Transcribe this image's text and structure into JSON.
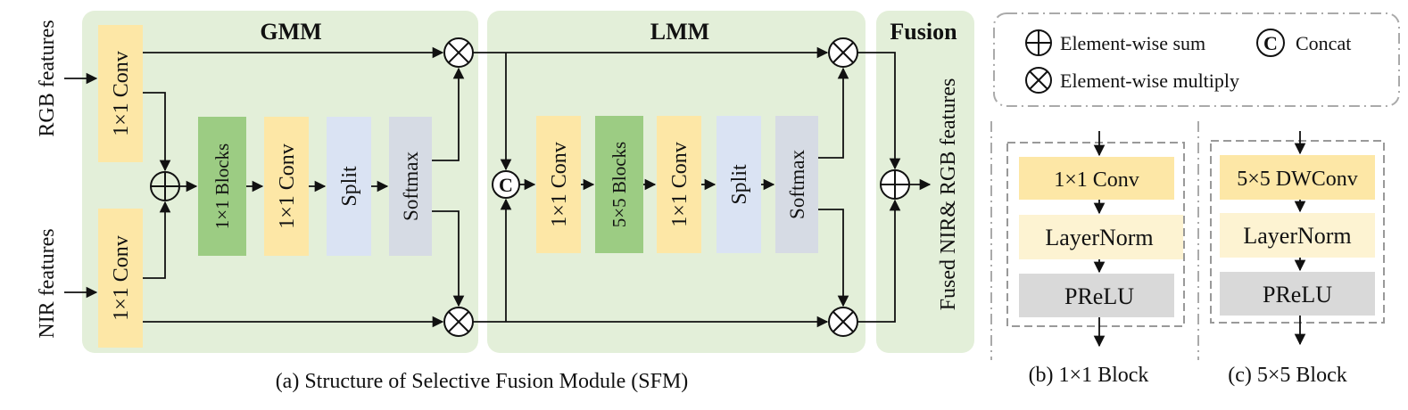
{
  "inputs": {
    "rgb": "RGB features",
    "nir": "NIR features"
  },
  "output": "Fused NIR& RGB features",
  "sections": {
    "gmm": "GMM",
    "lmm": "LMM",
    "fusion": "Fusion"
  },
  "gmm_blocks": {
    "conv_top": "1×1 Conv",
    "conv_bottom": "1×1 Conv",
    "blocks": "1×1 Blocks",
    "conv": "1×1 Conv",
    "split": "Split",
    "softmax": "Softmax"
  },
  "lmm_blocks": {
    "conv1": "1×1 Conv",
    "blocks": "5×5 Blocks",
    "conv2": "1×1 Conv",
    "split": "Split",
    "softmax": "Softmax"
  },
  "legend": {
    "sum": "Element-wise sum",
    "concat": "Concat",
    "multiply": "Element-wise multiply"
  },
  "block_1x1": {
    "conv": "1×1 Conv",
    "norm": "LayerNorm",
    "act": "PReLU"
  },
  "block_5x5": {
    "conv": "5×5 DWConv",
    "norm": "LayerNorm",
    "act": "PReLU"
  },
  "captions": {
    "a": "(a) Structure of Selective Fusion Module (SFM)",
    "b": "(b) 1×1 Block",
    "c": "(c) 5×5 Block"
  },
  "colors": {
    "section_bg": "#e3efd9",
    "conv": "#fde7a6",
    "blocks": "#9ccc83",
    "split": "#dae3f3",
    "softmax": "#d6dbe4",
    "layernorm": "#fdf3d2",
    "prelu": "#d9d9d9"
  }
}
